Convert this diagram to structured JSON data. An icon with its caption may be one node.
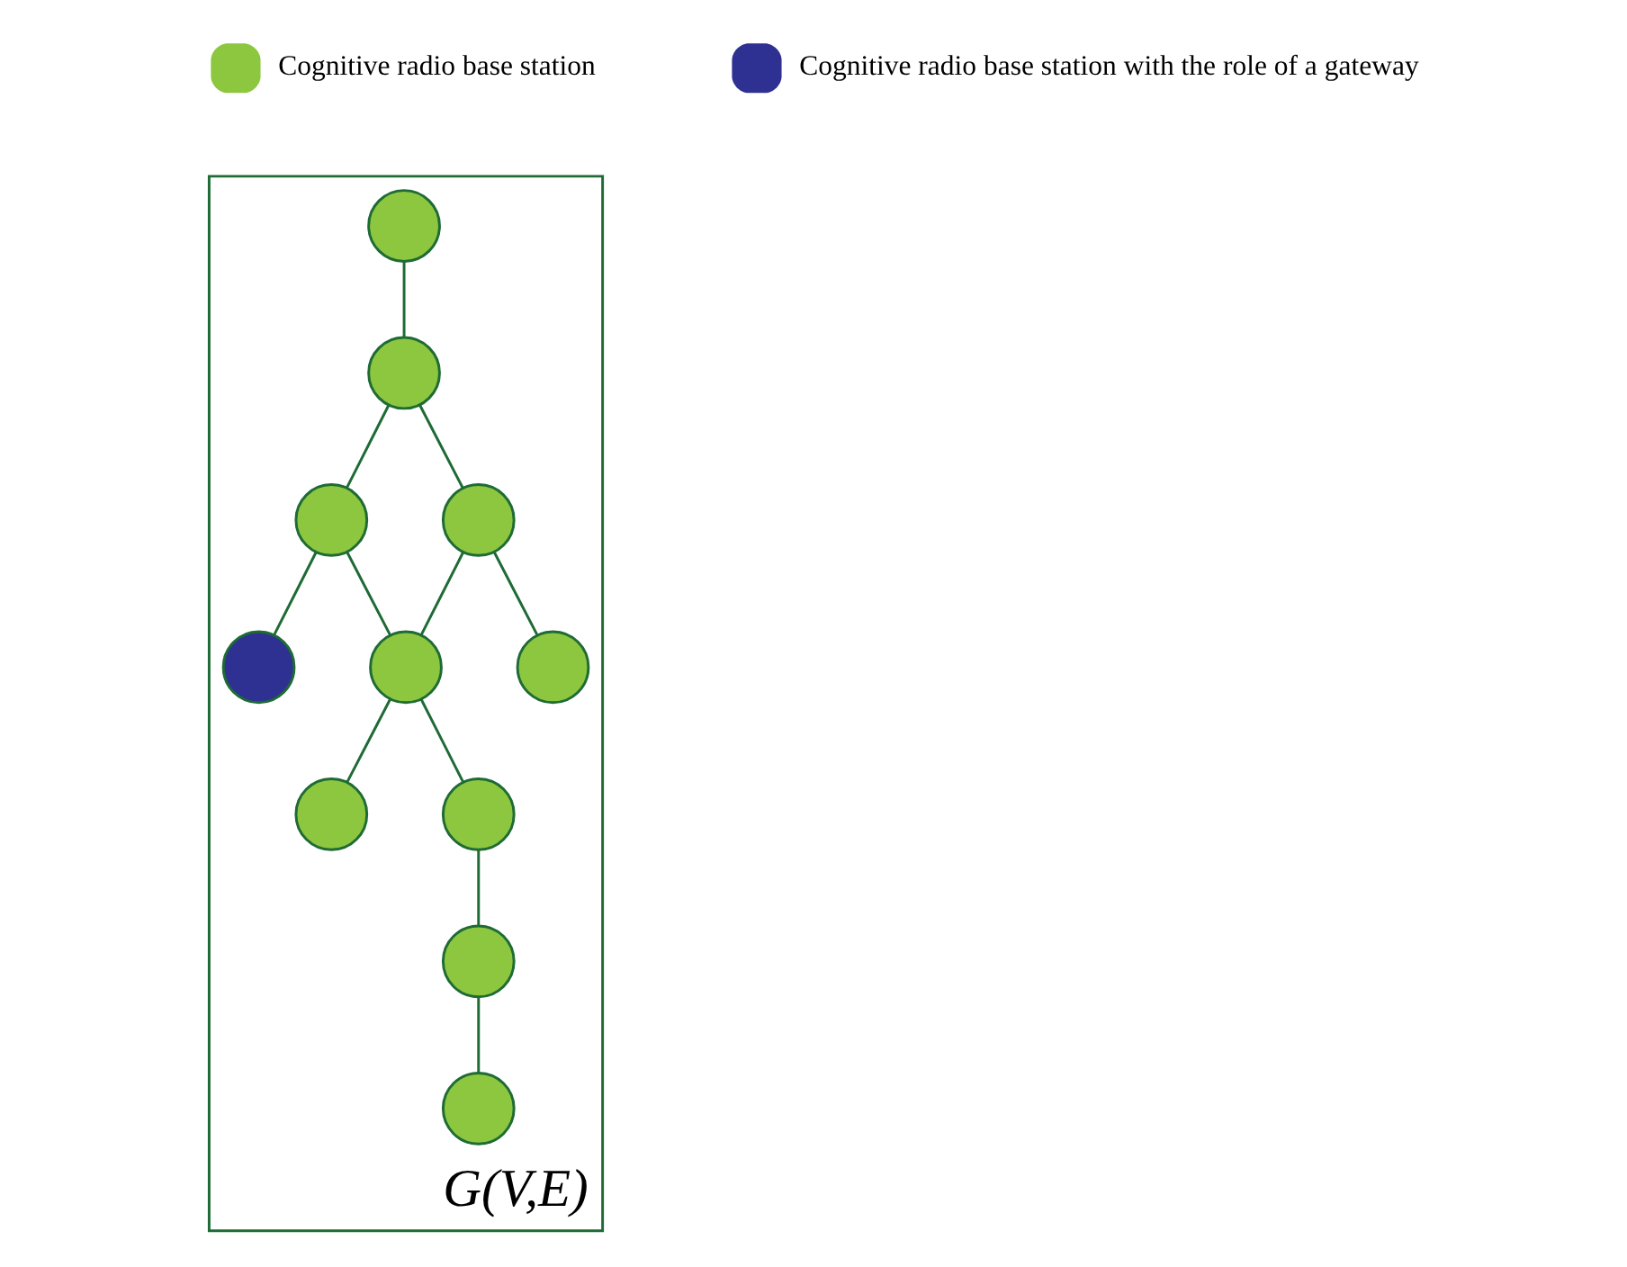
{
  "diagram": {
    "nodes": [
      {
        "text": [
          "G(V,E)"
        ]
      },
      {
        "text": [],
        "shape": "circle",
        "in": 0
      },
      {
        "text": [],
        "shape": "circle",
        "in": 0
      },
      {
        "text": [],
        "shape": "circle",
        "in": 0
      },
      {
        "text": [],
        "shape": "circle",
        "in": 0
      },
      {
        "text": [],
        "shape": "circle",
        "in": 0
      },
      {
        "text": [],
        "shape": "circle",
        "in": 0
      },
      {
        "text": [],
        "shape": "circle",
        "in": 0
      },
      {
        "text": [],
        "shape": "circle",
        "in": 0
      },
      {
        "text": [],
        "shape": "circle",
        "in": 0
      },
      {
        "text": [],
        "shape": "circle",
        "in": 0
      },
      {
        "text": [],
        "shape": "circle",
        "in": 0
      }
    ],
    "edges": [
      {
        "from": 1,
        "to": 4,
        "arrow": "none"
      },
      {
        "from": 4,
        "to": 3,
        "arrow": "none"
      },
      {
        "from": 3,
        "to": 2,
        "arrow": "none"
      },
      {
        "from": 4,
        "to": 6,
        "arrow": "none"
      },
      {
        "from": 3,
        "to": 5,
        "arrow": "none"
      },
      {
        "from": 6,
        "to": 5,
        "arrow": "none"
      },
      {
        "from": 6,
        "to": 11,
        "arrow": "none"
      },
      {
        "from": 5,
        "to": 9,
        "arrow": "none"
      },
      {
        "from": 5,
        "to": 10,
        "arrow": "none"
      },
      {
        "from": 10,
        "to": 7,
        "arrow": "none"
      },
      {
        "from": 7,
        "to": 8,
        "arrow": "none"
      }
    ],
    "legend": [
      {
        "text": "Cognitive radio base station",
        "color": "#8dc63f"
      },
      {
        "text": "Cognitive radio base station with the role of a gateway",
        "color": "#2e3192"
      }
    ]
  }
}
